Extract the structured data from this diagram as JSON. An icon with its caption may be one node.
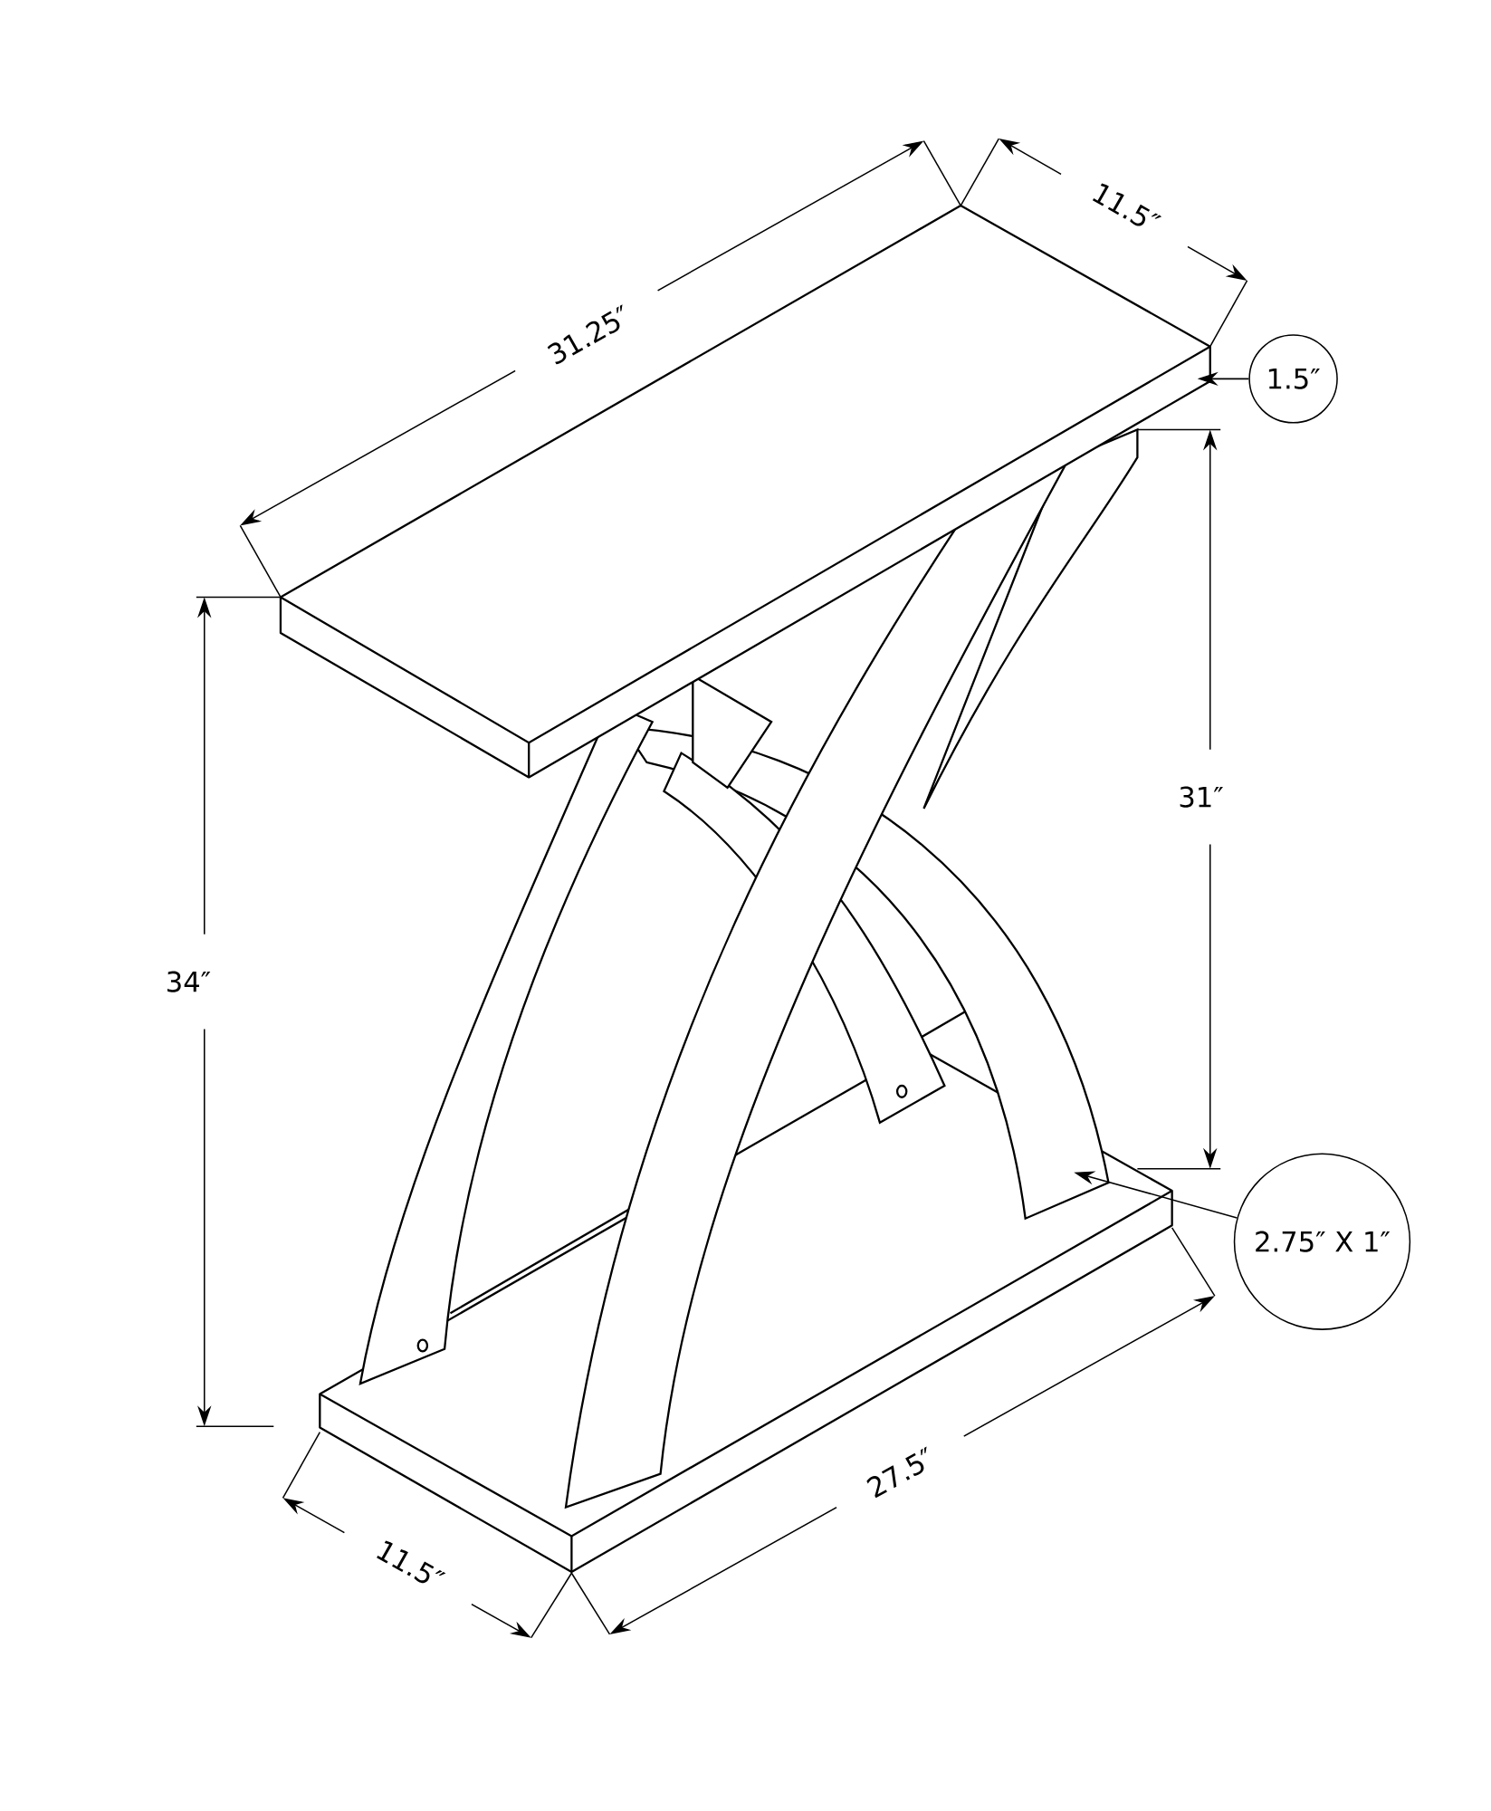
{
  "diagram": {
    "nodes": [
      {
        "text": [
          "1.5″"
        ]
      },
      {
        "text": [
          "2.75″ X 1″"
        ]
      }
    ],
    "edges": [
      {
        "from": 0,
        "to": null,
        "arrow": "to"
      },
      {
        "from": 1,
        "to": null,
        "arrow": "to"
      }
    ],
    "labels": [
      "31.25″",
      "11.5″",
      "31″",
      "34″",
      "27.5″",
      "11.5″"
    ]
  }
}
